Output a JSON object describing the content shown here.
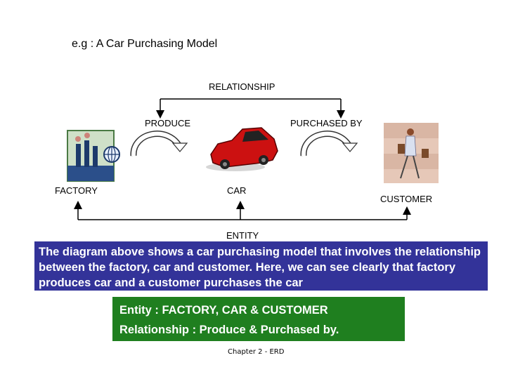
{
  "title": "e.g : A Car Purchasing Model",
  "diagram": {
    "relationship_label": "RELATIONSHIP",
    "produce_label": "PRODUCE",
    "purchased_by_label": "PURCHASED BY",
    "factory_label": "FACTORY",
    "car_label": "CAR",
    "customer_label": "CUSTOMER",
    "entity_label": "ENTITY"
  },
  "description": "The diagram above shows a car purchasing model that involves the relationship between the factory, car and customer. Here, we can see clearly that factory produces car and a customer purchases the car",
  "summary": {
    "entity_line": "Entity : FACTORY, CAR & CUSTOMER",
    "relationship_line": "Relationship : Produce & Purchased by."
  },
  "footer": "Chapter 2 - ERD",
  "colors": {
    "description_bg": "#333399",
    "summary_bg": "#1f7f1f",
    "car": "#cc1111"
  }
}
